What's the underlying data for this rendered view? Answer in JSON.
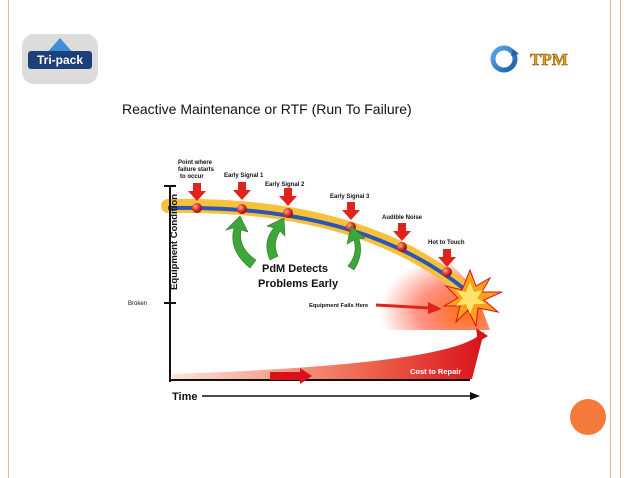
{
  "logo": {
    "text": "Tri-pack"
  },
  "brand": {
    "text": "TPM"
  },
  "title": "Reactive Maintenance or RTF (Run To Failure)",
  "diagram": {
    "y_axis_label": "Equipment Condition",
    "x_axis_label": "Time",
    "broken_label": "Broken",
    "point_where_label": [
      "Point where",
      "failure starts",
      "to occur"
    ],
    "early_signal_1": "Early Signal 1",
    "early_signal_2": "Early Signal 2",
    "early_signal_3": "Early Signal 3",
    "audible_noise": "Audible Noise",
    "hot_to_touch": "Hot to Touch",
    "pdm_line1": "PdM Detects",
    "pdm_line2": "Problems Early",
    "equipment_fails": "Equipment Fails Here",
    "cost_to_repair": "Cost to Repair"
  },
  "colors": {
    "accent_orange": "#f47a3a",
    "curve_blue": "#2a56b8",
    "band_yellow": "#f7c23a",
    "arrow_red": "#e0241b",
    "arrow_green": "#3ea53a"
  }
}
